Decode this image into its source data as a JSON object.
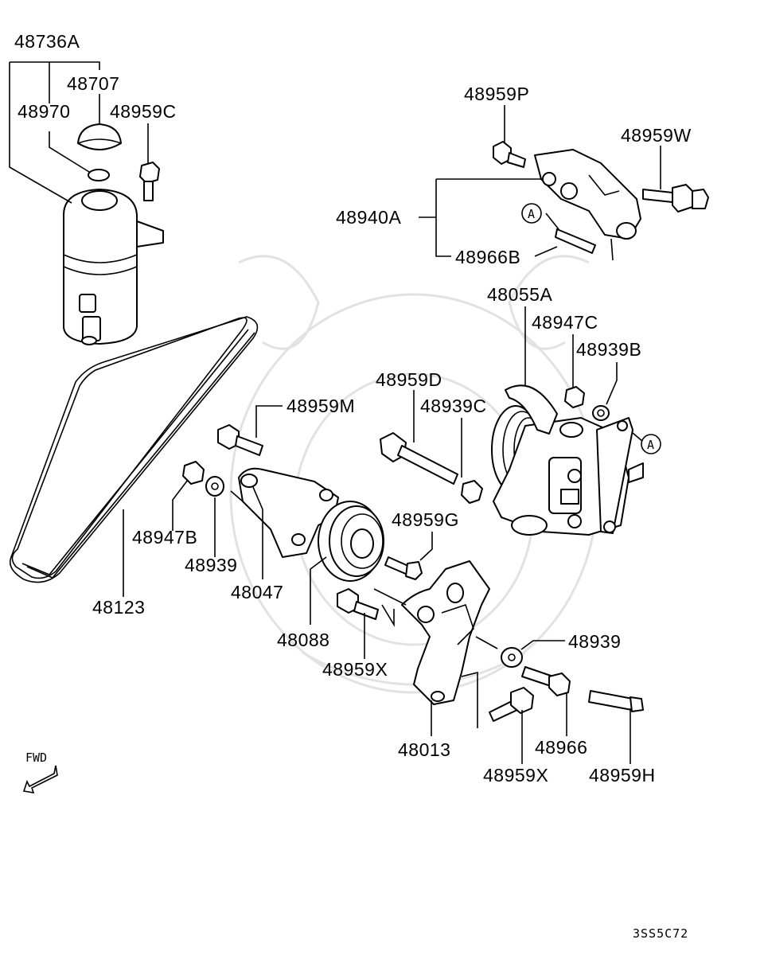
{
  "diagram_code": "3SS5C72",
  "direction_label": "FWD",
  "reference_marker": "A",
  "part_labels": [
    "48736A",
    "48707",
    "48970",
    "48959C",
    "48959P",
    "48959W",
    "48940A",
    "48966B",
    "48055A",
    "48947C",
    "48939B",
    "48959D",
    "48939C",
    "48959M",
    "48947B",
    "48939",
    "48047",
    "48123",
    "48959G",
    "48088",
    "48959X",
    "48939",
    "48013",
    "48966",
    "48959X",
    "48959H"
  ]
}
